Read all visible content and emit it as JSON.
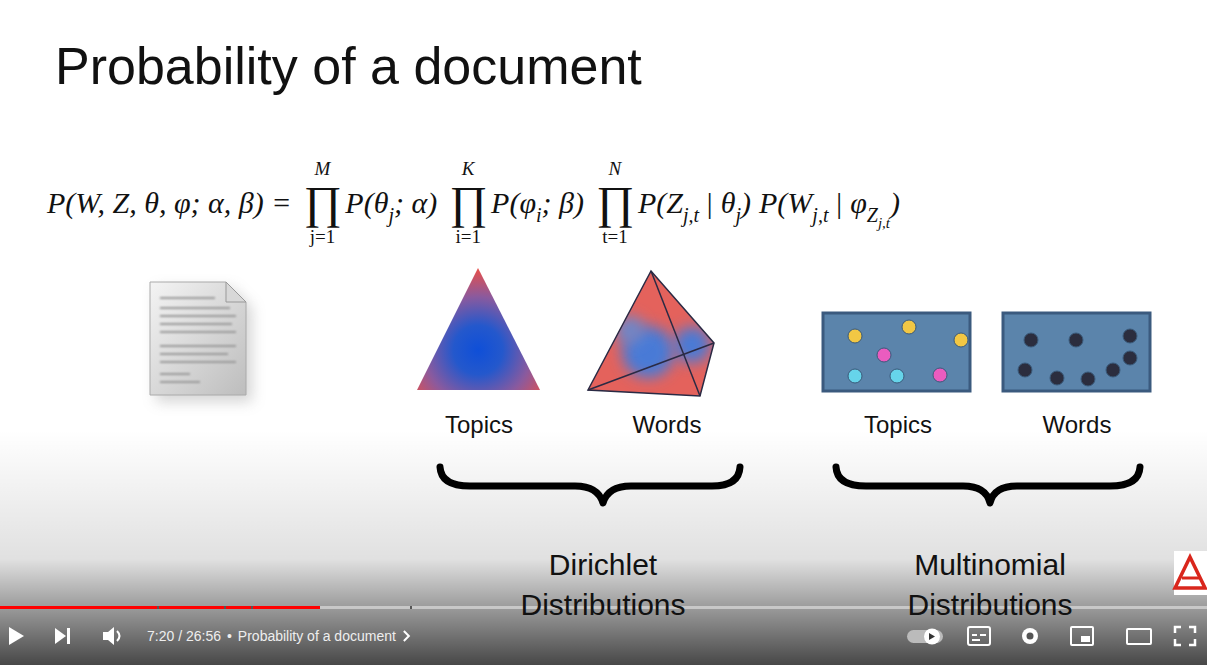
{
  "diagram": {
    "title": "Probability of a document",
    "labels": [
      "P(W, Z, θ, φ; α, β) =",
      "M",
      "∏",
      "j=1",
      "P(θ",
      "j",
      "; α)",
      "K",
      "∏",
      "i=1",
      "P(φ",
      "i",
      "; β)",
      "N",
      "∏",
      "t=1",
      "P(Z",
      "j,t",
      "| θ",
      "j",
      ")",
      "P(W",
      "j,t",
      "| φ",
      "Z",
      "j,t",
      ")",
      "Topics",
      "Words",
      "Topics",
      "Words",
      "Dirichlet Distributions",
      "Multinomial Distributions",
      "7:20 / 26:56",
      "•",
      "Probability of a document"
    ]
  }
}
